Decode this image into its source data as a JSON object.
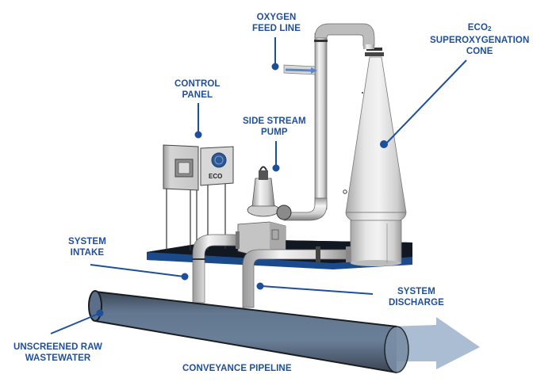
{
  "diagram": {
    "title": "ECO2 Superoxygenation System Layout",
    "colors": {
      "label": "#1f4f9a",
      "leader": "#1d4f9a",
      "pipeline": "#5b7088",
      "pipeline_dark": "#2b2f35",
      "flow_arrow": "#a6b9d1",
      "skid_base": "#1b4a8c",
      "equipment": "#d9d9d9"
    },
    "labels": {
      "oxygen_feed_line": [
        "OXYGEN",
        "FEED LINE"
      ],
      "cone": {
        "line1_main": "ECO",
        "line1_sub": "2",
        "line2": "SUPEROXYGENATION",
        "line3": "CONE"
      },
      "control_panel": [
        "CONTROL",
        "PANEL"
      ],
      "side_stream_pump": [
        "SIDE STREAM",
        "PUMP"
      ],
      "system_intake": [
        "SYSTEM",
        "INTAKE"
      ],
      "system_discharge": [
        "SYSTEM",
        "DISCHARGE"
      ],
      "unscreened_raw_wastewater": [
        "UNSCREENED RAW",
        "WASTEWATER"
      ],
      "conveyance_pipeline": "CONVEYANCE PIPELINE"
    },
    "panel_brand": "ECO"
  }
}
